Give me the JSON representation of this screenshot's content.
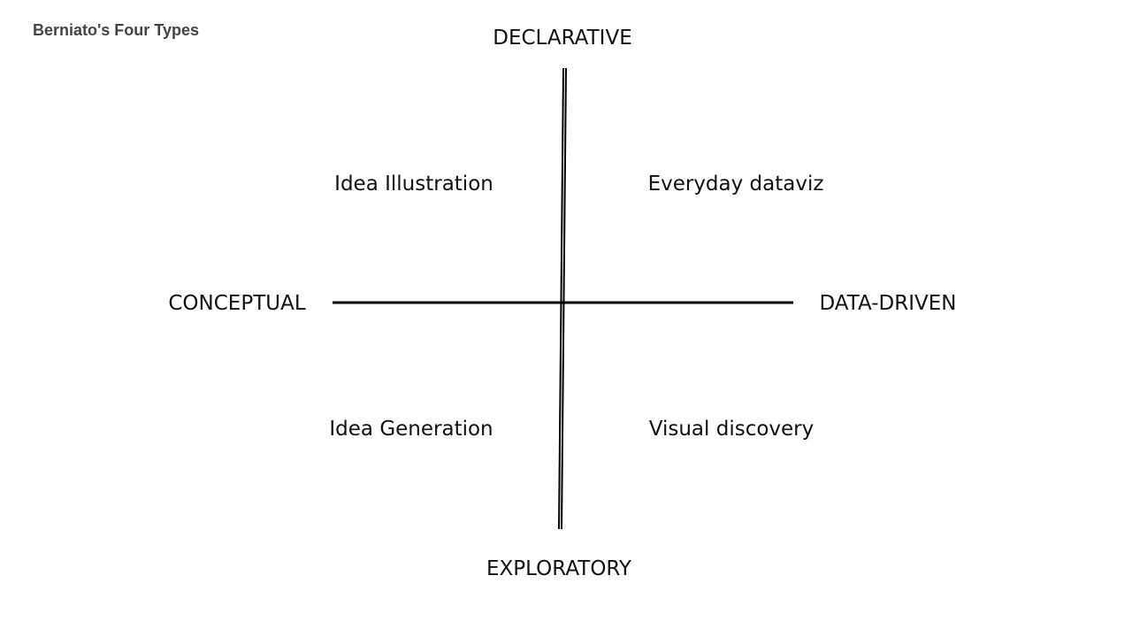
{
  "title": "Berniato's Four Types",
  "axes": {
    "top": "DECLARATIVE",
    "bottom": "EXPLORATORY",
    "left": "CONCEPTUAL",
    "right": "DATA-DRIVEN"
  },
  "quadrants": {
    "top_left": "Idea Illustration",
    "top_right": "Everyday dataviz",
    "bottom_left": "Idea Generation",
    "bottom_right": "Visual discovery"
  }
}
